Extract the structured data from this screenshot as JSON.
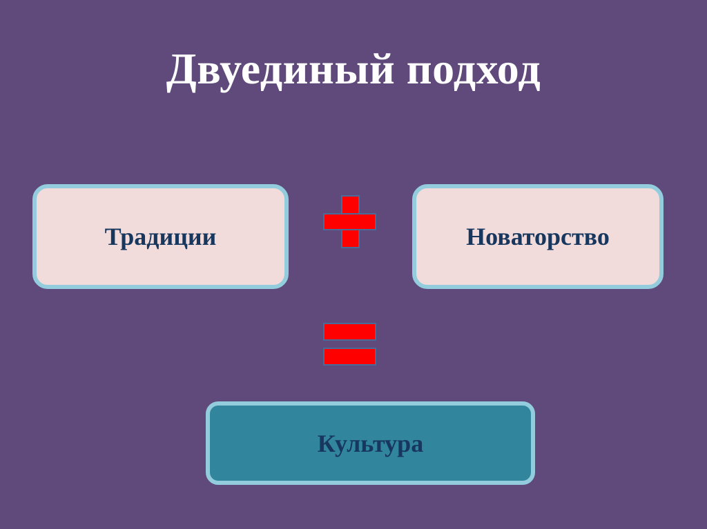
{
  "title": "Двуединый подход",
  "boxes": {
    "left": "Традиции",
    "right": "Новаторство",
    "result": "Культура"
  },
  "operators": {
    "plus": "plus-sign",
    "equals": "equals-sign"
  },
  "colors": {
    "background": "#604a7b",
    "box_fill_light": "#f2dcdb",
    "box_fill_teal": "#31859c",
    "box_border": "#93cddd",
    "text_dark": "#17375e",
    "operator": "#ff0000"
  }
}
